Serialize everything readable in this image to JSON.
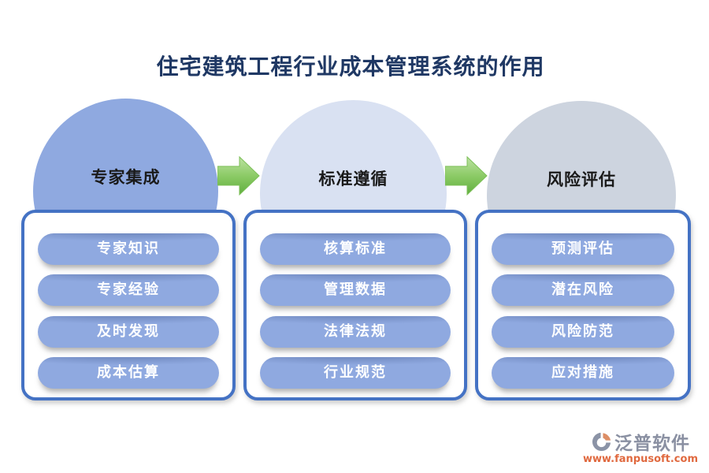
{
  "title": "住宅建筑工程行业成本管理系统的作用",
  "colors": {
    "title_text": "#1F3864",
    "circle_expert": "#8FA9E0",
    "circle_standard": "#D9E1F2",
    "circle_risk": "#CDD4DF",
    "panel_border": "#4472C4",
    "pill_fill": "#8FA9E0",
    "pill_text": "#FFFFFF",
    "arrow_green_light": "#B9E09E",
    "arrow_green_dark": "#5FAE3E",
    "brand_name_gray": "#8A90A2",
    "brand_url_orange": "#E0693F"
  },
  "groups": [
    {
      "circle_label": "专家集成",
      "items": [
        "专家知识",
        "专家经验",
        "及时发现",
        "成本估算"
      ]
    },
    {
      "circle_label": "标准遵循",
      "items": [
        "核算标准",
        "管理数据",
        "法律法规",
        "行业规范"
      ]
    },
    {
      "circle_label": "风险评估",
      "items": [
        "预测评估",
        "潜在风险",
        "风险防范",
        "应对措施"
      ]
    }
  ],
  "watermark": {
    "text": "泛普软件",
    "subtext": "www.fanpusoft.com"
  },
  "brand": {
    "name": "泛普软件",
    "url": "www.fanpusoft.com"
  }
}
